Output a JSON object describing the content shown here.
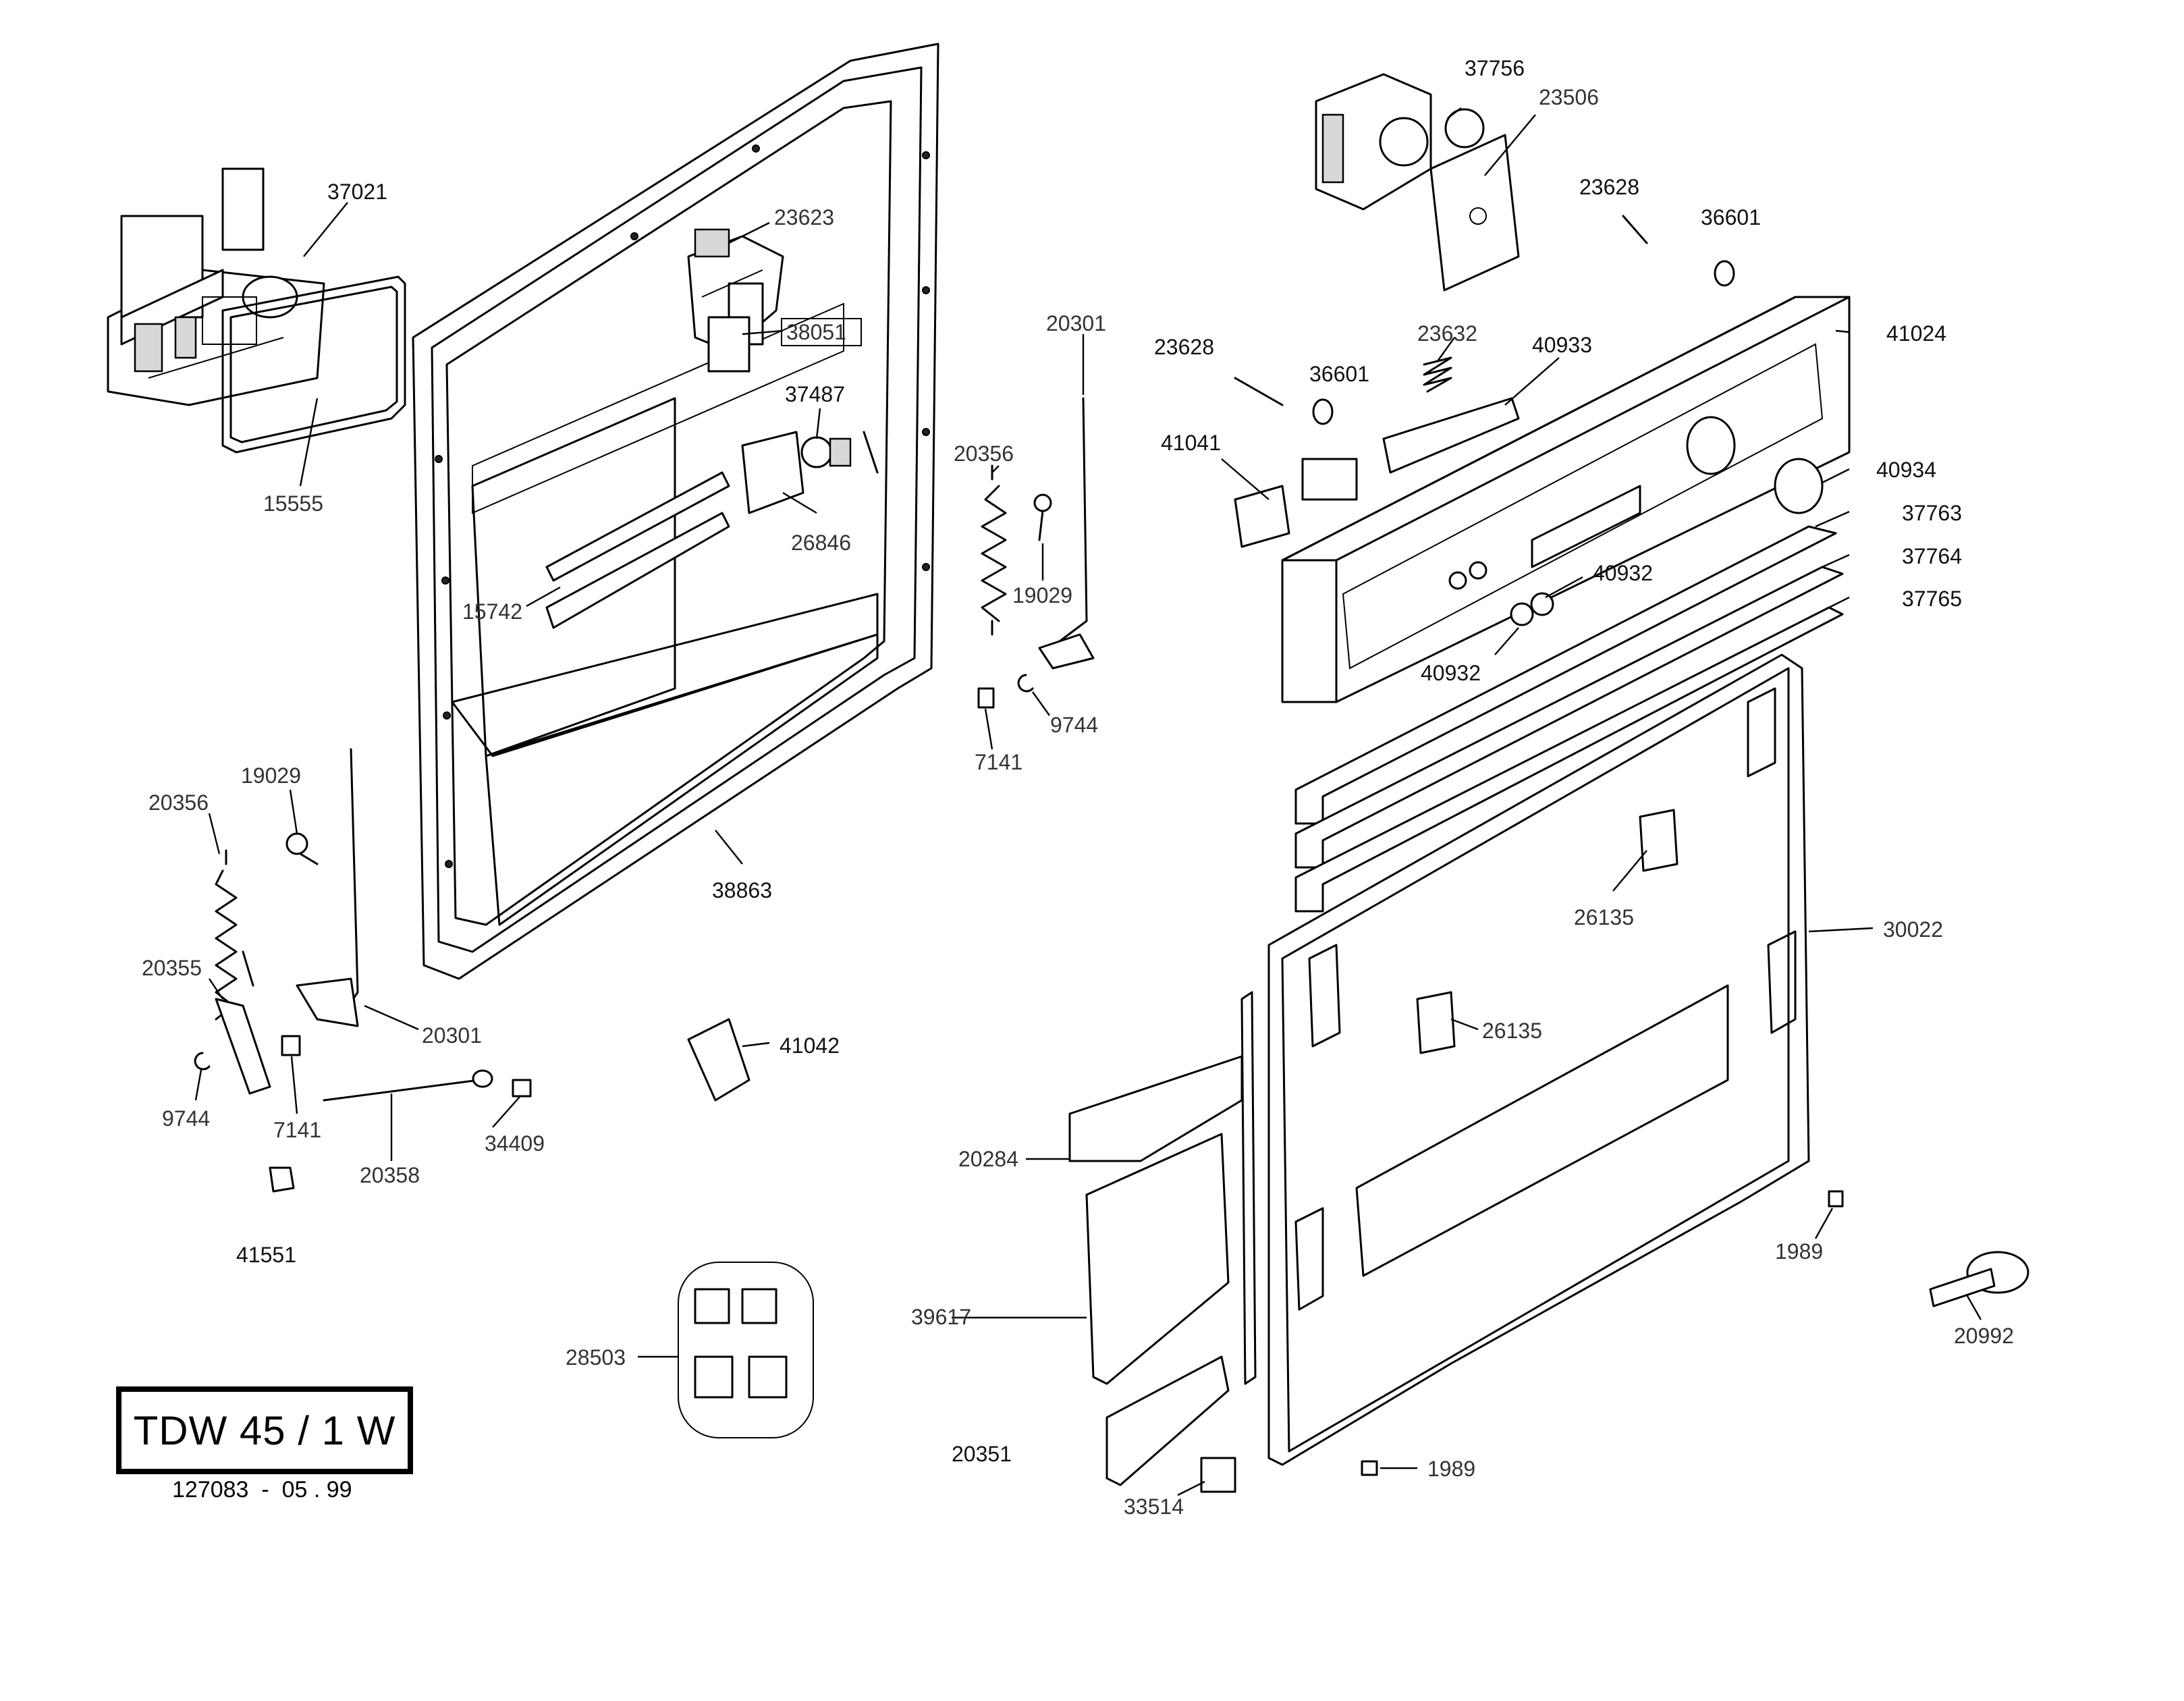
{
  "title_block": {
    "model": "TDW 45 / 1 W",
    "doc_code": "127083  -  05 . 99"
  },
  "labels": {
    "p37021": "37021",
    "p15555": "15555",
    "p23623": "23623",
    "p38051": "38051",
    "p37487": "37487",
    "p26846": "26846",
    "p15742": "15742",
    "p38863": "38863",
    "p20356a": "20356",
    "p20301a": "20301",
    "p19029a": "19029",
    "p9744a": "9744",
    "p7141a": "7141",
    "p20356b": "20356",
    "p19029b": "19029",
    "p20355": "20355",
    "p20301b": "20301",
    "p9744b": "9744",
    "p7141b": "7141",
    "p20358": "20358",
    "p34409": "34409",
    "p41551": "41551",
    "p41042": "41042",
    "p28503": "28503",
    "p37756": "37756",
    "p23506": "23506",
    "p23628a": "23628",
    "p36601a": "36601",
    "p23628b": "23628",
    "p23632": "23632",
    "p40933": "40933",
    "p36601b": "36601",
    "p41024": "41024",
    "p41041": "41041",
    "p40934": "40934",
    "p37763": "37763",
    "p37764": "37764",
    "p37765": "37765",
    "p40932a": "40932",
    "p40932b": "40932",
    "p26135a": "26135",
    "p26135b": "26135",
    "p30022": "30022",
    "p20284": "20284",
    "p39617": "39617",
    "p20351": "20351",
    "p33514": "33514",
    "p1989a": "1989",
    "p1989b": "1989",
    "p20992": "20992"
  }
}
